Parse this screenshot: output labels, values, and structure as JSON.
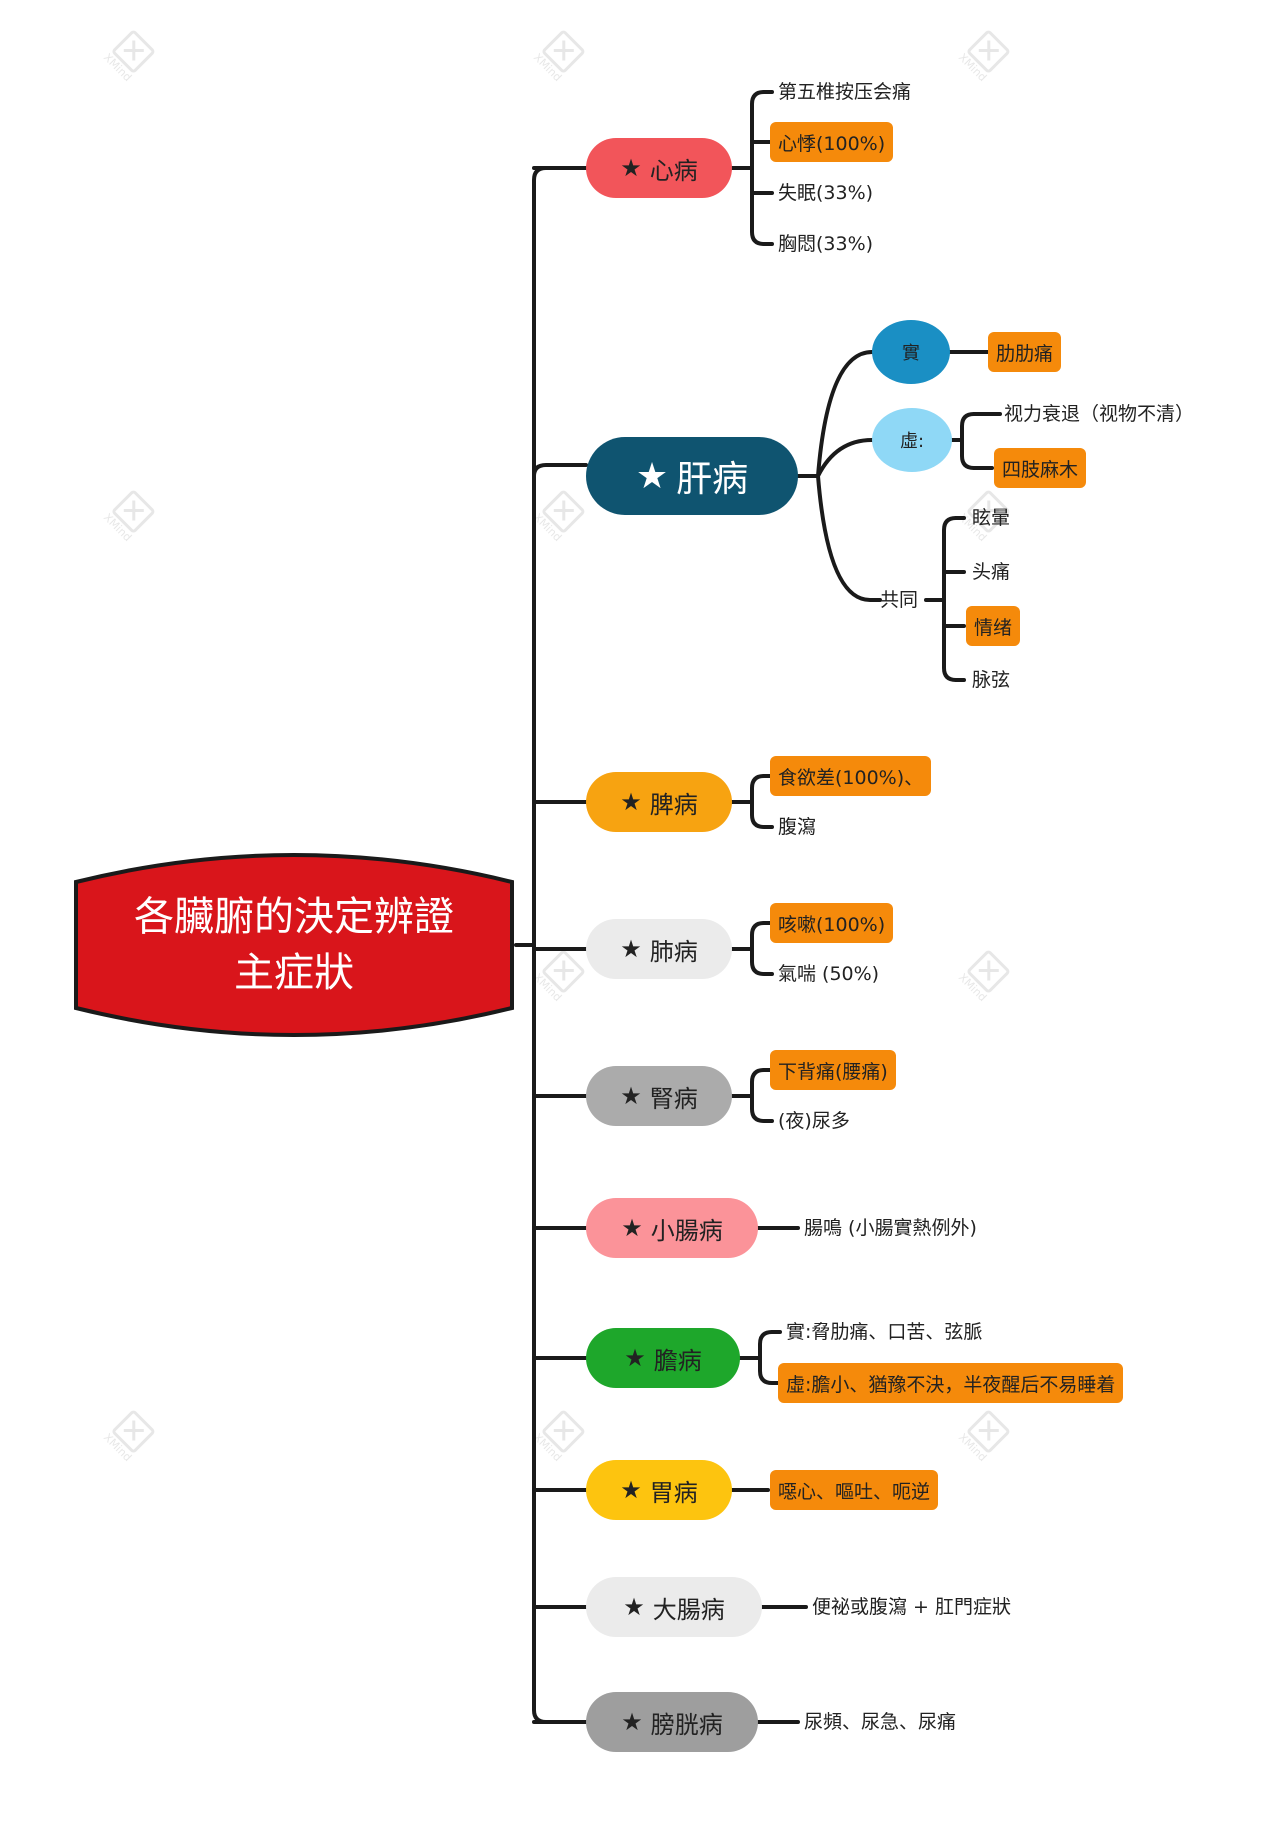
{
  "root": {
    "line1": "各臟腑的決定辨證",
    "line2": "主症狀",
    "color": "#d9151b"
  },
  "star": "★",
  "heart": {
    "label": "心病",
    "color": "#f2555a",
    "items": [
      "第五椎按压会痛",
      "心悸(100%)",
      "失眠(33%)",
      "胸悶(33%)"
    ]
  },
  "liver": {
    "label": "肝病",
    "color": "#0f5470",
    "shi": {
      "label": "實",
      "color": "#1a8fc4",
      "item": "肋肋痛"
    },
    "xu": {
      "label": "虛:",
      "color": "#8fd8f6",
      "items": [
        "视力衰退（视物不清）",
        "四肢麻木"
      ]
    },
    "common": {
      "label": "共同",
      "items": [
        "眩暈",
        "头痛",
        "情绪",
        "脉弦"
      ]
    }
  },
  "spleen": {
    "label": "脾病",
    "color": "#f7a311",
    "items": [
      "食欲差(100%)、",
      "腹瀉"
    ]
  },
  "lung": {
    "label": "肺病",
    "color": "#ebebeb",
    "items": [
      "咳嗽(100%)",
      "氣喘 (50%)"
    ]
  },
  "kidney": {
    "label": "腎病",
    "color": "#ababab",
    "items": [
      "下背痛(腰痛)",
      "(夜)尿多"
    ]
  },
  "small_intestine": {
    "label": "小腸病",
    "color": "#fb9399",
    "item": "腸鳴 (小腸實熱例外)"
  },
  "gallbladder": {
    "label": "膽病",
    "color": "#1ea72b",
    "items": [
      "實:脅肋痛、口苦、弦脈",
      "虛:膽小、猶豫不決，半夜醒后不易睡着"
    ]
  },
  "stomach": {
    "label": "胃病",
    "color": "#fdc40f",
    "item": "噁心、嘔吐、呃逆"
  },
  "large_intestine": {
    "label": "大腸病",
    "color": "#ebebeb",
    "item": "便祕或腹瀉 + 肛門症狀"
  },
  "bladder": {
    "label": "膀胱病",
    "color": "#9e9e9e",
    "item": "尿頻、尿急、尿痛"
  },
  "watermark": "XMind",
  "highlight_color": "#f58a0b"
}
